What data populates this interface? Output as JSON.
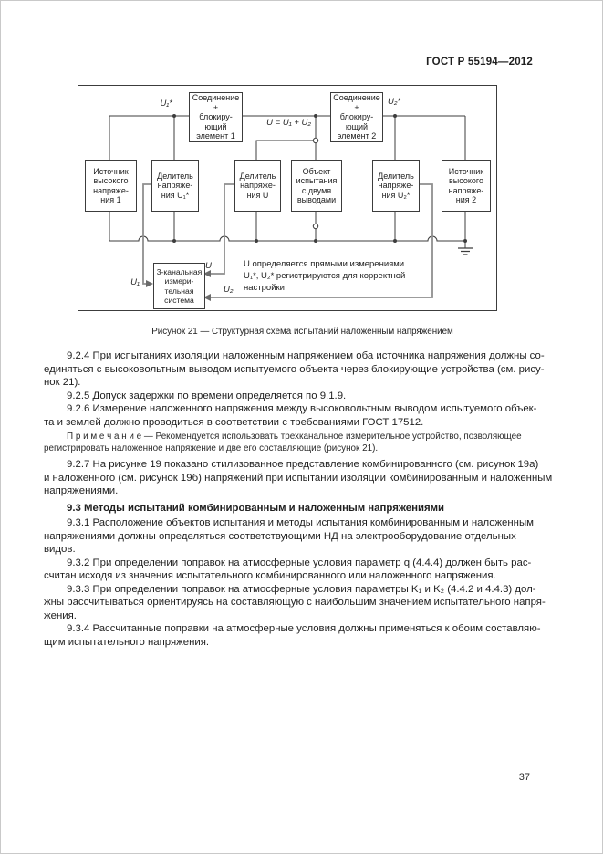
{
  "page": {
    "header": "ГОСТ Р 55194—2012",
    "page_number": "37"
  },
  "figure": {
    "caption": "Рисунок 21 — Структурная схема испытаний наложенным напряжением",
    "boxes": {
      "connect1": "Соединение\n+\nблокиру-\nющий\nэлемент 1",
      "connect2": "Соединение\n+\nблокиру-\nющий\nэлемент 2",
      "source1": "Источник\nвысокого\nнапряже-\nния 1",
      "divider1": "Делитель\nнапряже-\nния U₁*",
      "dividerU": "Делитель\nнапряже-\nния U",
      "object": "Объект\nиспытания\nс двумя\nвыводами",
      "divider2": "Делитель\nнапряже-\nния U₂*",
      "source2": "Источник\nвысокого\nнапряже-\nния 2",
      "system": "3-канальная\nизмери-\nтельная\nсистема"
    },
    "labels": {
      "u1_star": "U₁*",
      "u2_star": "U₂*",
      "sum": "U = U₁ + U₂",
      "u": "U",
      "u1": "U₁",
      "u2": "U₂",
      "note": "U определяется прямыми измерениями\nU₁*, U₂* регистрируются для корректной\nнастройки"
    }
  },
  "body": {
    "p_9_2_4": "9.2.4 При испытаниях изоляции наложенным напряжением оба источника напряжения должны со-\nединяться с высоковольтным выводом испытуемого объекта через блокирующие устройства (см. рису-\nнок 21).",
    "p_9_2_5": "9.2.5 Допуск задержки по времени определяется по 9.1.9.",
    "p_9_2_6": "9.2.6 Измерение наложенного напряжения между высоковольтным выводом испытуемого объек-\nта и землей должно проводиться в соответствии с требованиями ГОСТ 17512.",
    "note": "П р и м е ч а н и е — Рекомендуется использовать трехканальное измерительное устройство, позволяющее\nрегистрировать наложенное напряжение и две его составляющие (рисунок 21).",
    "p_9_2_7": "9.2.7 На рисунке 19 показано стилизованное представление комбинированного (см. рисунок 19а)\nи наложенного (см. рисунок 19б) напряжений при испытании изоляции комбинированным и наложенным\nнапряжениями.",
    "h_9_3": "9.3 Методы испытаний комбинированным и наложенным напряжениями",
    "p_9_3_1": "9.3.1 Расположение объектов испытания и методы испытания комбинированным и наложенным\nнапряжениями должны определяться соответствующими НД на электрооборудование отдельных\nвидов.",
    "p_9_3_2": "9.3.2 При определении поправок на атмосферные условия параметр q (4.4.4) должен быть рас-\nсчитан исходя из значения испытательного комбинированного или наложенного напряжения.",
    "p_9_3_3": "9.3.3 При определении поправок на атмосферные условия параметры K₁ и K₂ (4.4.2 и 4.4.3) дол-\nжны рассчитываться ориентируясь на составляющую с наибольшим значением испытательного напря-\nжения.",
    "p_9_3_4": "9.3.4 Рассчитанные поправки на атмосферные условия должны применяться к обоим составляю-\nщим испытательного напряжения."
  }
}
